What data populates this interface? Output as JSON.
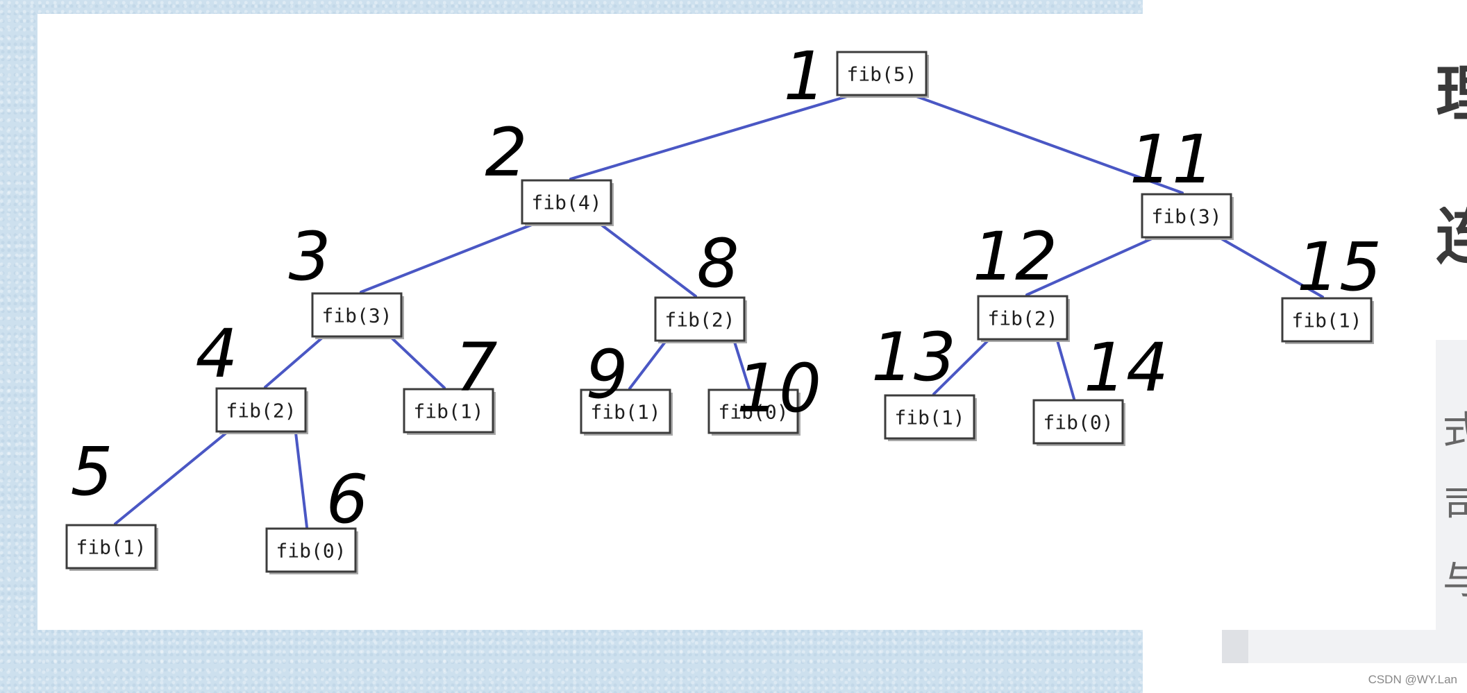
{
  "tree": {
    "nodes": [
      {
        "id": "n1",
        "label": "fib(5)",
        "order": "1"
      },
      {
        "id": "n2",
        "label": "fib(4)",
        "order": "2"
      },
      {
        "id": "n3",
        "label": "fib(3)",
        "order": "3"
      },
      {
        "id": "n4",
        "label": "fib(2)",
        "order": "4"
      },
      {
        "id": "n5",
        "label": "fib(1)",
        "order": "5"
      },
      {
        "id": "n6",
        "label": "fib(0)",
        "order": "6"
      },
      {
        "id": "n7",
        "label": "fib(1)",
        "order": "7"
      },
      {
        "id": "n8",
        "label": "fib(2)",
        "order": "8"
      },
      {
        "id": "n9",
        "label": "fib(1)",
        "order": "9"
      },
      {
        "id": "n10",
        "label": "fib(0)",
        "order": "10"
      },
      {
        "id": "n11",
        "label": "fib(3)",
        "order": "11"
      },
      {
        "id": "n12",
        "label": "fib(2)",
        "order": "12"
      },
      {
        "id": "n13",
        "label": "fib(1)",
        "order": "13"
      },
      {
        "id": "n14",
        "label": "fib(0)",
        "order": "14"
      },
      {
        "id": "n15",
        "label": "fib(1)",
        "order": "15"
      }
    ],
    "edges": [
      [
        "n1",
        "n2"
      ],
      [
        "n1",
        "n11"
      ],
      [
        "n2",
        "n3"
      ],
      [
        "n2",
        "n8"
      ],
      [
        "n3",
        "n4"
      ],
      [
        "n3",
        "n7"
      ],
      [
        "n4",
        "n5"
      ],
      [
        "n4",
        "n6"
      ],
      [
        "n8",
        "n9"
      ],
      [
        "n8",
        "n10"
      ],
      [
        "n11",
        "n12"
      ],
      [
        "n11",
        "n15"
      ],
      [
        "n12",
        "n13"
      ],
      [
        "n12",
        "n14"
      ]
    ]
  },
  "right_page": {
    "heading_1": "理",
    "heading_2": "连",
    "line_1": "式",
    "line_2": "司",
    "line_3": "与"
  },
  "watermark": "CSDN @WY.Lan"
}
